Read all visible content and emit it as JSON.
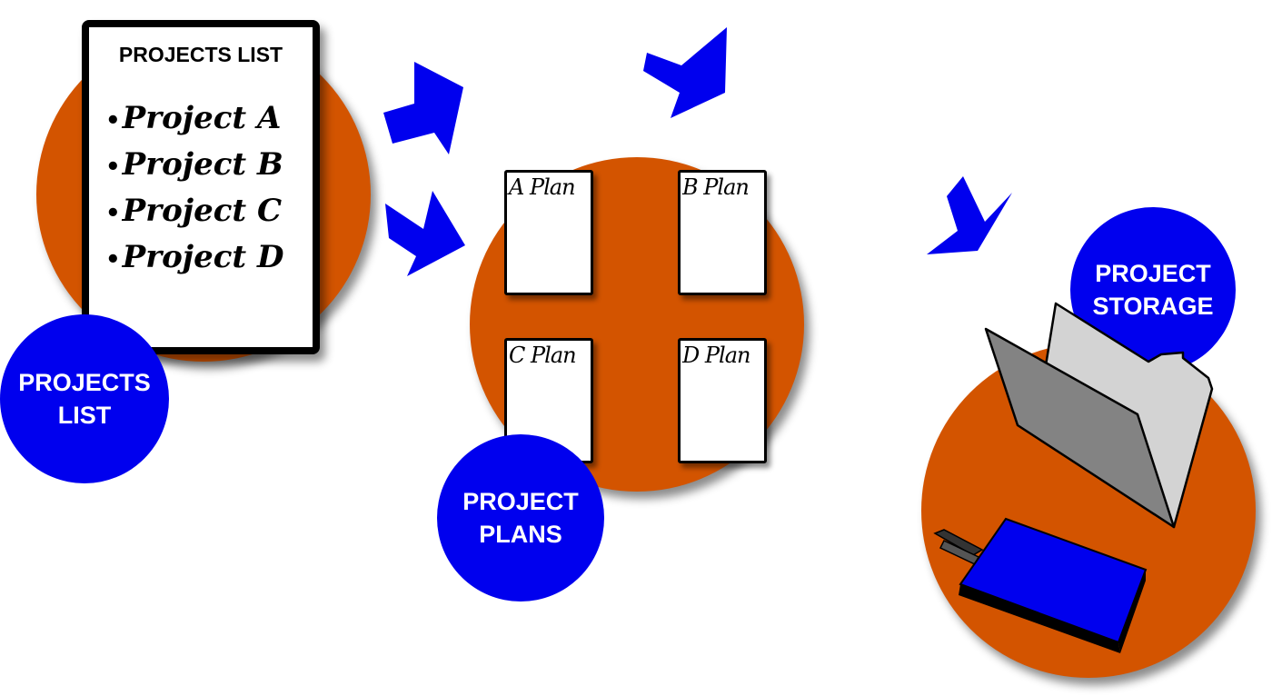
{
  "colors": {
    "orange": "#d35400",
    "blue": "#0000ee",
    "arrow": "#0000ee"
  },
  "projects_list_doc": {
    "title": "PROJECTS LIST",
    "items": [
      "Project A",
      "Project B",
      "Project C",
      "Project D"
    ]
  },
  "labels": {
    "projects_list": [
      "PROJECTS",
      "LIST"
    ],
    "project_plans": [
      "PROJECT",
      "PLANS"
    ],
    "project_storage": [
      "PROJECT",
      "STORAGE"
    ]
  },
  "plans": [
    "A Plan",
    "B Plan",
    "C Plan",
    "D Plan"
  ],
  "icons": {
    "arrows": [
      "right-arrow-icon",
      "right-arrow-icon",
      "right-arrow-icon",
      "down-arrow-icon"
    ],
    "folder": "folder-icon",
    "drive": "external-drive-icon"
  }
}
